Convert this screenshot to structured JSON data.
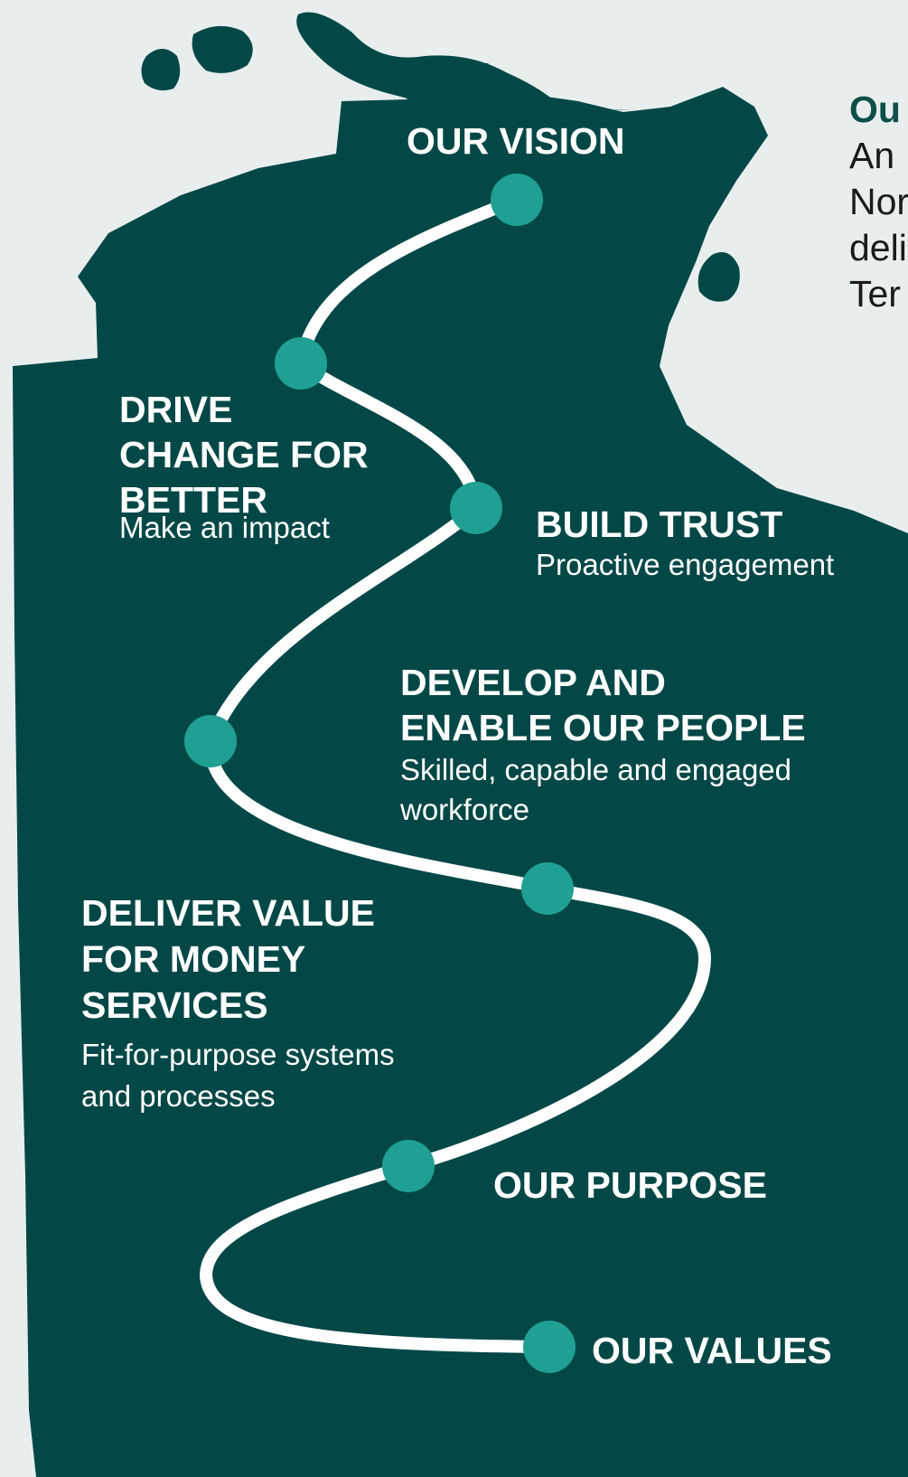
{
  "colors": {
    "land": "#034847",
    "path": "#ffffff",
    "node": "#20a093",
    "background": "#e8eeee",
    "vision_heading": "#0f4f4a"
  },
  "vision_panel": {
    "title": "Ou",
    "body": "An\nNor\ndeli\nTer"
  },
  "stops": {
    "vision": {
      "heading": "OUR VISION"
    },
    "drive_change": {
      "heading": "DRIVE\nCHANGE FOR\nBETTER",
      "sub": "Make an impact"
    },
    "build_trust": {
      "heading": "BUILD TRUST",
      "sub": "Proactive engagement"
    },
    "develop_people": {
      "heading": "DEVELOP AND\nENABLE OUR PEOPLE",
      "sub": "Skilled, capable and engaged\nworkforce"
    },
    "deliver_value": {
      "heading": "DELIVER VALUE\nFOR MONEY\nSERVICES",
      "sub": "Fit-for-purpose systems\nand processes"
    },
    "purpose": {
      "heading": "OUR PURPOSE"
    },
    "values": {
      "heading": "OUR VALUES"
    }
  }
}
